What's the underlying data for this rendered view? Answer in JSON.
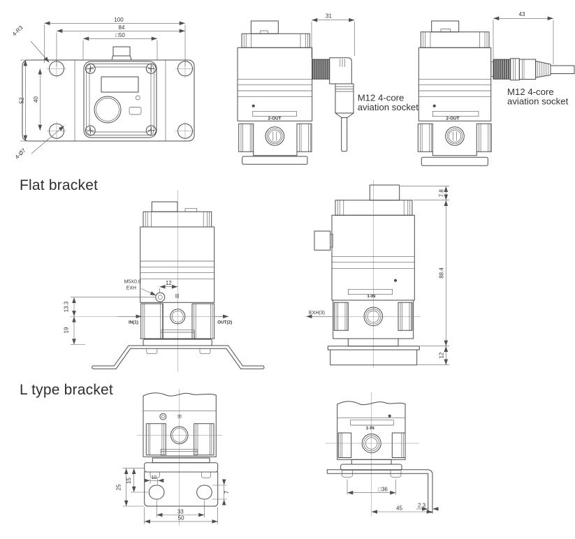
{
  "headings": {
    "flat_bracket": "Flat bracket",
    "l_type_bracket": "L type bracket"
  },
  "front_view": {
    "dim_width_overall": "100",
    "dim_width_holes": "84",
    "dim_width_body": "□50",
    "dim_height_overall": "52",
    "dim_height_holes": "40",
    "note_corner_radius": "4-R3",
    "note_hole_diameter": "4-Ø7"
  },
  "side_view_elbow": {
    "dim_connector_depth": "31",
    "socket_note_line1": "M12 4-core",
    "socket_note_line2": "aviation socket",
    "port_label": "2-OUT"
  },
  "side_view_straight": {
    "dim_connector_depth": "43",
    "socket_note_line1": "M12 4-core",
    "socket_note_line2": "aviation socket",
    "port_label": "2-OUT"
  },
  "flat_bracket_front": {
    "note_exh_line1": "M5X0.8",
    "note_exh_line2": "EXH",
    "dim_exh_offset": "12",
    "dim_exh_to_center": "13.3",
    "dim_center_to_base": "19",
    "label_in": "IN(1)",
    "label_out": "OUT(2)"
  },
  "flat_bracket_side": {
    "dim_top": "7.8",
    "dim_height": "88.4",
    "dim_base": "12",
    "label_exh": "EXH(3)",
    "label_in": "1-IN"
  },
  "l_bracket_front": {
    "dim_height": "25",
    "dim_to_slot": "15",
    "dim_slot_width": "10",
    "dim_slot_height": "7",
    "dim_slot_spacing": "33",
    "dim_width": "50"
  },
  "l_bracket_side": {
    "label_in": "1-IN",
    "dim_square": "□36",
    "dim_thickness": "2.3",
    "dim_leg": "45"
  }
}
